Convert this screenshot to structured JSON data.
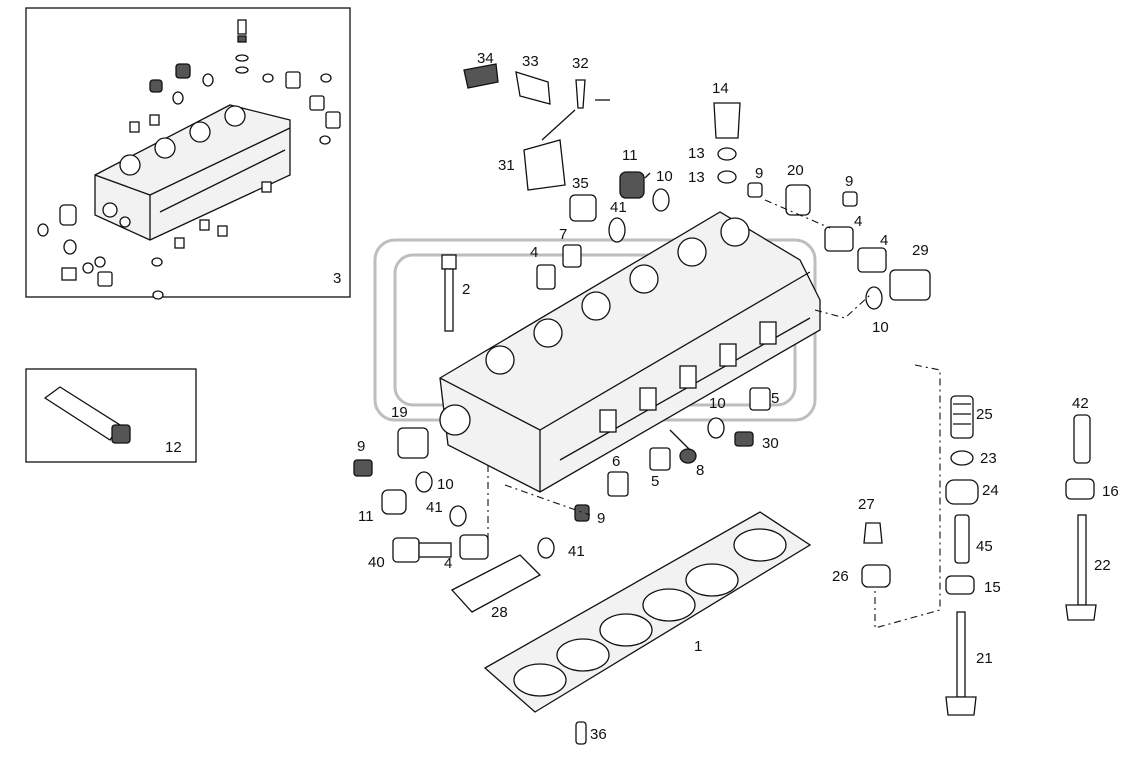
{
  "callouts": {
    "c1": "1",
    "c2": "2",
    "c3": "3",
    "c4a": "4",
    "c4b": "4",
    "c4c": "4",
    "c4d": "4",
    "c5a": "5",
    "c5b": "5",
    "c6": "6",
    "c7": "7",
    "c8": "8",
    "c9a": "9",
    "c9b": "9",
    "c9c": "9",
    "c9d": "9",
    "c10a": "10",
    "c10b": "10",
    "c10c": "10",
    "c10d": "10",
    "c11a": "11",
    "c11b": "11",
    "c12": "12",
    "c13a": "13",
    "c13b": "13",
    "c14": "14",
    "c15": "15",
    "c16": "16",
    "c19": "19",
    "c20": "20",
    "c21": "21",
    "c22": "22",
    "c23": "23",
    "c24": "24",
    "c25": "25",
    "c26": "26",
    "c27": "27",
    "c28": "28",
    "c29": "29",
    "c30": "30",
    "c31": "31",
    "c32": "32",
    "c33": "33",
    "c34": "34",
    "c35": "35",
    "c36": "36",
    "c40": "40",
    "c41a": "41",
    "c41b": "41",
    "c41c": "41",
    "c42": "42",
    "c45": "45"
  }
}
